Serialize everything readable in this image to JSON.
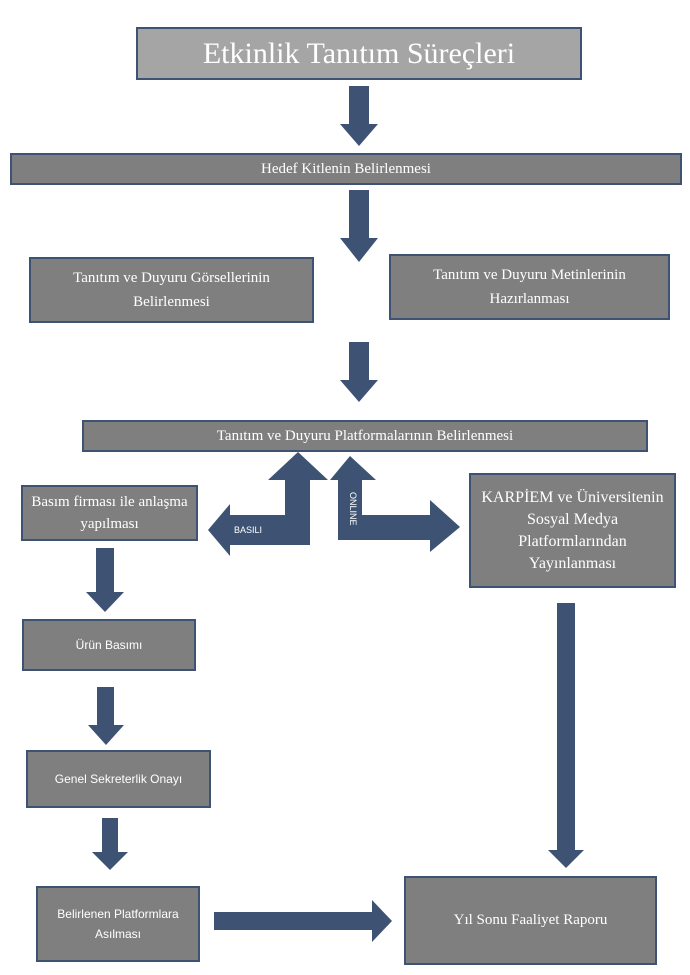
{
  "title": "Etkinlik Tanıtım Süreçleri",
  "steps": {
    "target_audience": "Hedef Kitlenin Belirlenmesi",
    "visuals": "Tanıtım ve Duyuru Görsellerinin Belirlenmesi",
    "texts": "Tanıtım ve Duyuru Metinlerinin Hazırlanması",
    "platforms": "Tanıtım ve Duyuru Platformalarının Belirlenmesi",
    "printing_agreement": "Basım firması ile anlaşma yapılması",
    "product_printing": "Ürün Basımı",
    "general_secretary": "Genel Sekreterlik Onayı",
    "posting": "Belirlenen Platformlara Asılması",
    "social_media": "KARPİEM ve Üniversitenin Sosyal Medya Platformlarından Yayınlanması",
    "annual_report": "Yıl Sonu Faaliyet Raporu"
  },
  "branches": {
    "printed": "BASILI",
    "online": "ONLINE"
  },
  "colors": {
    "box_fill": "#7f7f7f",
    "title_fill": "#a5a5a5",
    "border": "#3e5374",
    "arrow": "#3e5374"
  }
}
